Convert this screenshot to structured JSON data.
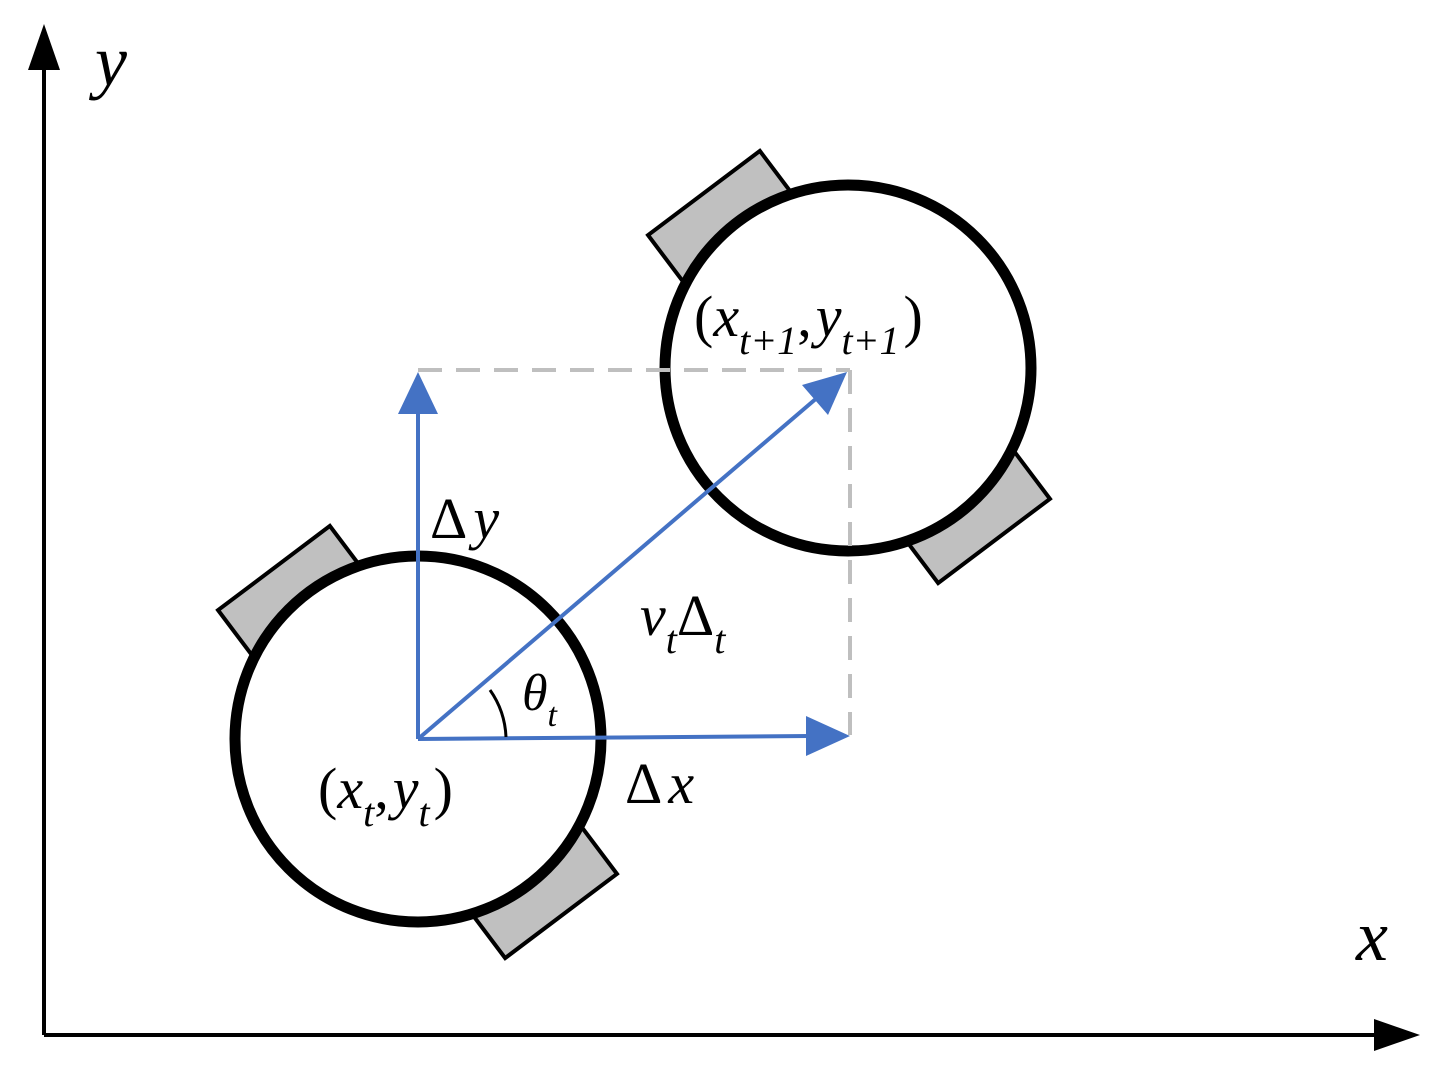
{
  "axes": {
    "x_label": "x",
    "y_label": "y"
  },
  "robots": {
    "start": {
      "open": "(",
      "x": "x",
      "x_sub": "t",
      "comma": ",",
      "y": "y",
      "y_sub": "t",
      "close": ")"
    },
    "end": {
      "open": "(",
      "x": "x",
      "x_sub": "t+1",
      "comma": ",",
      "y": "y",
      "y_sub": "t+1",
      "close": ")"
    }
  },
  "vectors": {
    "delta_x": {
      "symbol": "Δ",
      "var": "x"
    },
    "delta_y": {
      "symbol": "Δ",
      "var": "y"
    },
    "displacement": {
      "v": "v",
      "v_sub": "t",
      "delta": "Δ",
      "delta_sub": "t"
    },
    "angle": {
      "theta": "θ",
      "theta_sub": "t"
    }
  },
  "colors": {
    "axis": "#000000",
    "vector": "#4472c4",
    "dashed_guide": "#bfbfbf",
    "wheel_fill": "#c0c0c0",
    "robot_body": "#ffffff"
  }
}
